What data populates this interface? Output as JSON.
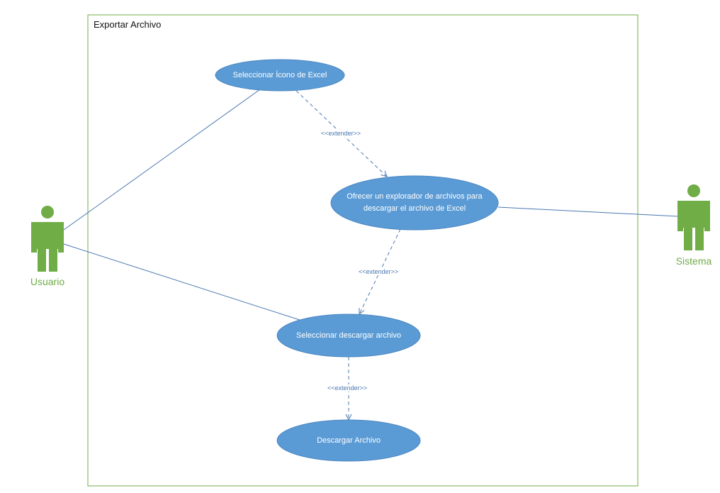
{
  "system_boundary": {
    "title": "Exportar Archivo"
  },
  "actors": {
    "usuario": {
      "name": "Usuario"
    },
    "sistema": {
      "name": "Sistema"
    }
  },
  "use_cases": {
    "seleccionar_icono": {
      "label": "Seleccionar Ícono de Excel"
    },
    "ofrecer_explorador": {
      "label": "Ofrecer un explorador de archivos para descargar el archivo de Excel"
    },
    "seleccionar_descargar": {
      "label": "Seleccionar descargar archivo"
    },
    "descargar_archivo": {
      "label": "Descargar Archivo"
    }
  },
  "relationships": {
    "extend_1": {
      "label": "<<extender>>"
    },
    "extend_2": {
      "label": "<<extender>>"
    },
    "extend_3": {
      "label": "<<extender>>"
    }
  },
  "colors": {
    "use_case_fill": "#5b9bd5",
    "actor_fill": "#70ad47",
    "boundary_stroke": "#70ad47",
    "line_stroke": "#4a78b0"
  }
}
